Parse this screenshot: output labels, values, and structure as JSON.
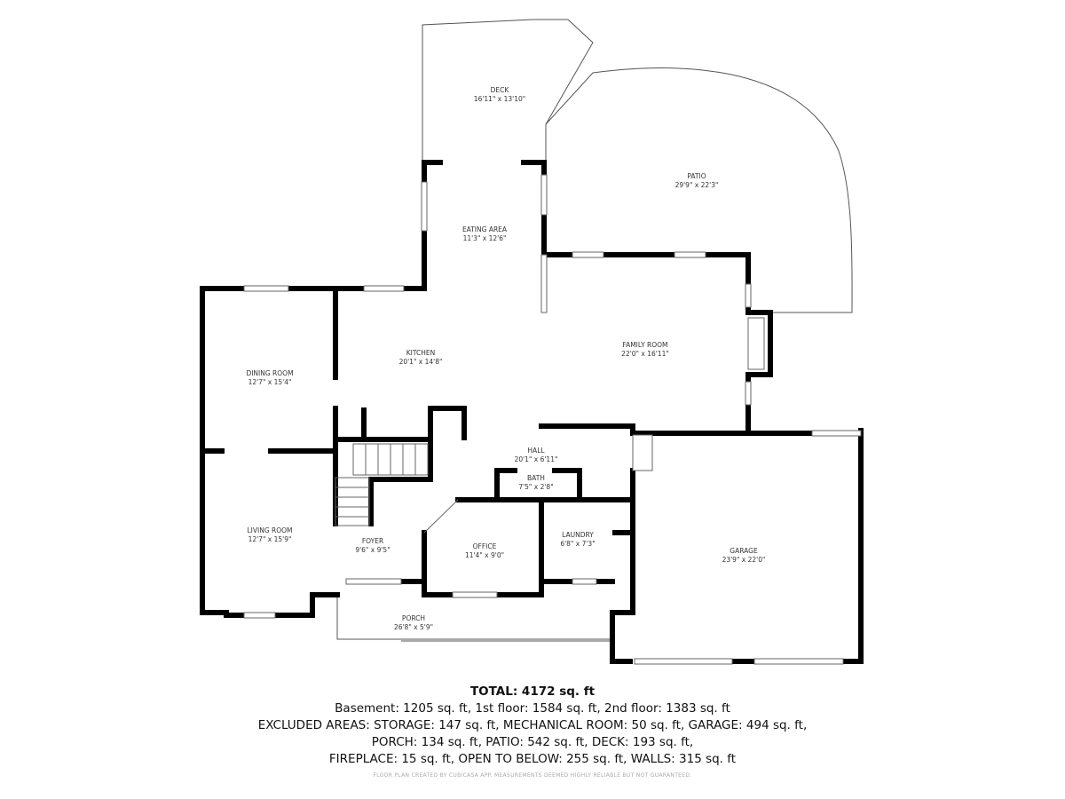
{
  "rooms": {
    "deck": {
      "name": "DECK",
      "size": "16'11\" x 13'10\""
    },
    "patio": {
      "name": "PATIO",
      "size": "29'9\" x 22'3\""
    },
    "eating_area": {
      "name": "EATING AREA",
      "size": "11'3\" x 12'6\""
    },
    "kitchen": {
      "name": "KITCHEN",
      "size": "20'1\" x 14'8\""
    },
    "family_room": {
      "name": "FAMILY ROOM",
      "size": "22'0\" x 16'11\""
    },
    "dining_room": {
      "name": "DINING ROOM",
      "size": "12'7\" x 15'4\""
    },
    "hall": {
      "name": "HALL",
      "size": "20'1\" x 6'11\""
    },
    "bath": {
      "name": "BATH",
      "size": "7'5\" x 2'8\""
    },
    "living_room": {
      "name": "LIVING ROOM",
      "size": "12'7\" x 15'9\""
    },
    "foyer": {
      "name": "FOYER",
      "size": "9'6\" x 9'5\""
    },
    "office": {
      "name": "OFFICE",
      "size": "11'4\" x 9'0\""
    },
    "laundry": {
      "name": "LAUNDRY",
      "size": "6'8\" x 7'3\""
    },
    "garage": {
      "name": "GARAGE",
      "size": "23'9\" x 22'0\""
    },
    "porch": {
      "name": "PORCH",
      "size": "26'8\" x 5'9\""
    }
  },
  "summary": {
    "total": "TOTAL: 4172 sq. ft",
    "floors": "Basement: 1205 sq. ft, 1st floor: 1584 sq. ft, 2nd floor: 1383 sq. ft",
    "excluded_1": "EXCLUDED AREAS: STORAGE: 147 sq. ft, MECHANICAL ROOM: 50 sq. ft, GARAGE: 494 sq. ft,",
    "excluded_2": "PORCH: 134 sq. ft, PATIO: 542 sq. ft, DECK: 193 sq. ft,",
    "excluded_3": "FIREPLACE: 15 sq. ft, OPEN TO BELOW: 255 sq. ft, WALLS: 315 sq. ft"
  },
  "credit": "FLOOR PLAN CREATED BY CUBICASA APP. MEASUREMENTS DEEMED HIGHLY RELIABLE BUT NOT GUARANTEED."
}
